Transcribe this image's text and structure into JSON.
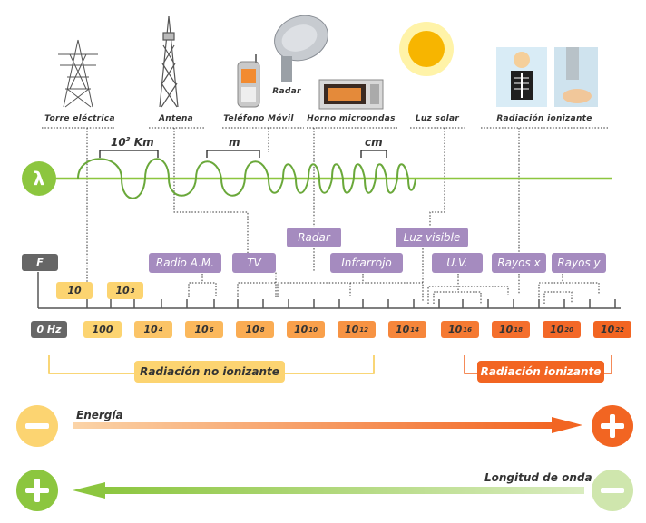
{
  "sources": [
    {
      "label": "Torre eléctrica",
      "icon": "power-tower-icon"
    },
    {
      "label": "Antena",
      "icon": "antenna-icon"
    },
    {
      "label": "Teléfono Móvil",
      "icon": "mobile-phone-icon"
    },
    {
      "label": "Radar",
      "icon": "radar-dish-icon"
    },
    {
      "label": "Horno microondas",
      "icon": "microwave-icon"
    },
    {
      "label": "Luz solar",
      "icon": "sun-icon"
    },
    {
      "label": "Radiación ionizante",
      "icon": "xray-icon"
    }
  ],
  "wavelength": {
    "symbol": "λ",
    "km_base": "10",
    "km_exp": "3",
    "km_unit": "Km",
    "m": "m",
    "cm": "cm"
  },
  "frequency_symbol": "F",
  "upper_ticks": [
    {
      "base": "10",
      "exp": ""
    },
    {
      "base": "10",
      "exp": "3"
    }
  ],
  "lower_ticks": [
    {
      "base": "0 Hz",
      "exp": ""
    },
    {
      "base": "100",
      "exp": ""
    },
    {
      "base": "10",
      "exp": "4"
    },
    {
      "base": "10",
      "exp": "6"
    },
    {
      "base": "10",
      "exp": "8"
    },
    {
      "base": "10",
      "exp": "10"
    },
    {
      "base": "10",
      "exp": "12"
    },
    {
      "base": "10",
      "exp": "14"
    },
    {
      "base": "10",
      "exp": "16"
    },
    {
      "base": "10",
      "exp": "18"
    },
    {
      "base": "10",
      "exp": "20"
    },
    {
      "base": "10",
      "exp": "22"
    }
  ],
  "bands": {
    "radar": "Radar",
    "luz_visible": "Luz visible",
    "radio_am": "Radio A.M.",
    "tv": "TV",
    "infrarrojo": "Infrarrojo",
    "uv": "U.V.",
    "rayos_x": "Rayos x",
    "rayos_y": "Rayos y"
  },
  "categories": {
    "non_ionizing": "Radiación no ionizante",
    "ionizing": "Radiación ionizante"
  },
  "arrows": {
    "energia": "Energía",
    "longitud": "Longitud de onda"
  },
  "colors": {
    "green": "#8cc63f",
    "orange": "#f26522",
    "yellow": "#fcd471",
    "purple": "#a58bbf",
    "grey": "#666666"
  }
}
